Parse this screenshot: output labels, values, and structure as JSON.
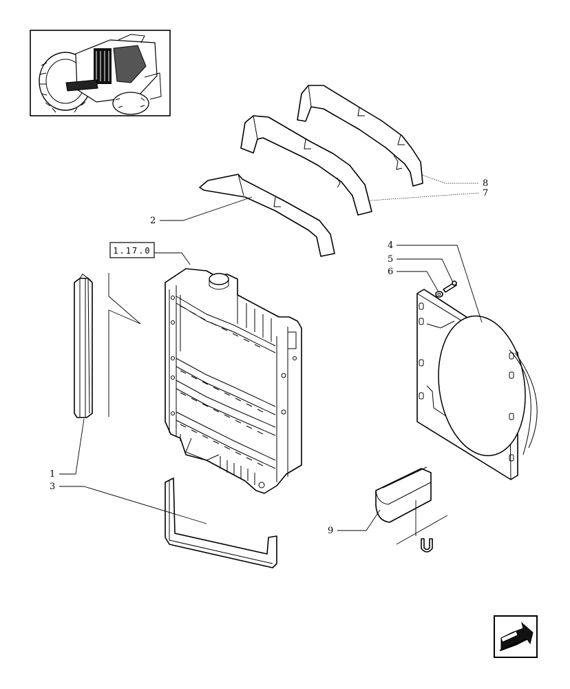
{
  "diagram": {
    "reference_box": "1.17.0",
    "callouts": [
      {
        "id": "c1",
        "text": "1"
      },
      {
        "id": "c2",
        "text": "2"
      },
      {
        "id": "c3",
        "text": "3"
      },
      {
        "id": "c4",
        "text": "4"
      },
      {
        "id": "c5",
        "text": "5"
      },
      {
        "id": "c6",
        "text": "6"
      },
      {
        "id": "c7",
        "text": "7"
      },
      {
        "id": "c8",
        "text": "8"
      },
      {
        "id": "c9",
        "text": "9"
      }
    ]
  },
  "icons": {
    "thumbnail": "tractor-location-thumbnail",
    "navigation": "next-page-arrow-icon"
  }
}
